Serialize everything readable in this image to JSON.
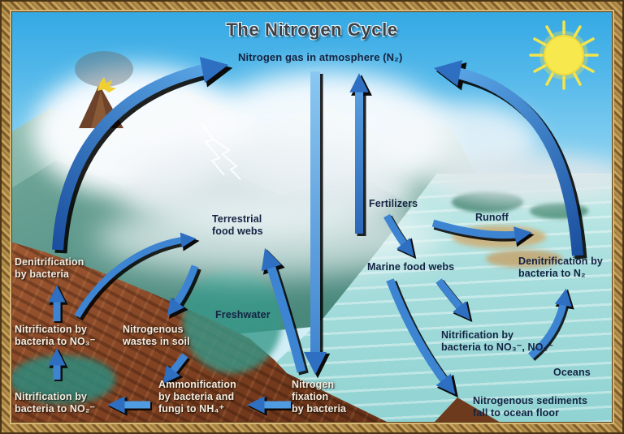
{
  "title": "The Nitrogen Cycle",
  "atmosphere": {
    "label": "Nitrogen gas in atmosphere (N₂)"
  },
  "left_path": {
    "denitrification": "Denitrification\nby bacteria",
    "nitrification_no3": "Nitrification by\nbacteria to NO₃⁻",
    "nitrification_no2": "Nitrification by\nbacteria to NO₂⁻"
  },
  "land": {
    "terrestrial_food_webs": "Terrestrial\nfood webs",
    "freshwater": "Freshwater",
    "nitrogenous_wastes": "Nitrogenous\nwastes in soil",
    "ammonification": "Ammonification\nby bacteria and\nfungi to NH₄⁺",
    "nitrogen_fixation": "Nitrogen\nfixation\nby bacteria"
  },
  "ocean": {
    "fertilizers": "Fertilizers",
    "runoff": "Runoff",
    "marine_food_webs": "Marine food webs",
    "denitrification": "Denitrification by\nbacteria to N₂",
    "nitrification": "Nitrification by\nbacteria to NO₃⁻, NO₂⁻",
    "oceans": "Oceans",
    "sediments": "Nitrogenous sediments\nfall to ocean floor"
  },
  "flows": [
    "soil denitrification to atmosphere",
    "ocean denitrification to atmosphere",
    "atmosphere nitrogen fixation down to soil",
    "fertilizers up to atmosphere",
    "soil nitrate to terrestrial food webs",
    "terrestrial food webs to nitrogenous wastes",
    "freshwater fixation up to terrestrial food webs",
    "wastes to ammonification",
    "fixation to ammonification",
    "ammonification to nitrite",
    "nitrite up to nitrate",
    "nitrate up to denitrification",
    "fertilizers to marine food webs",
    "runoff to ocean",
    "marine food webs to ocean nitrification",
    "marine food webs to sediments",
    "ocean nitrification to ocean denitrification"
  ],
  "colors": {
    "arrow_blue_dark": "#1b4f9f",
    "arrow_blue_light": "#5aa6e6",
    "label_navy": "#142342",
    "label_white": "#f3ecdf",
    "frame_gold": "#b4904f",
    "sky_blue": "#2ea6e3",
    "ocean_teal": "#a8dedd",
    "soil_brown": "#8a4a28",
    "mountain_teal": "#5fa093",
    "sun_yellow": "#f7e84e"
  }
}
